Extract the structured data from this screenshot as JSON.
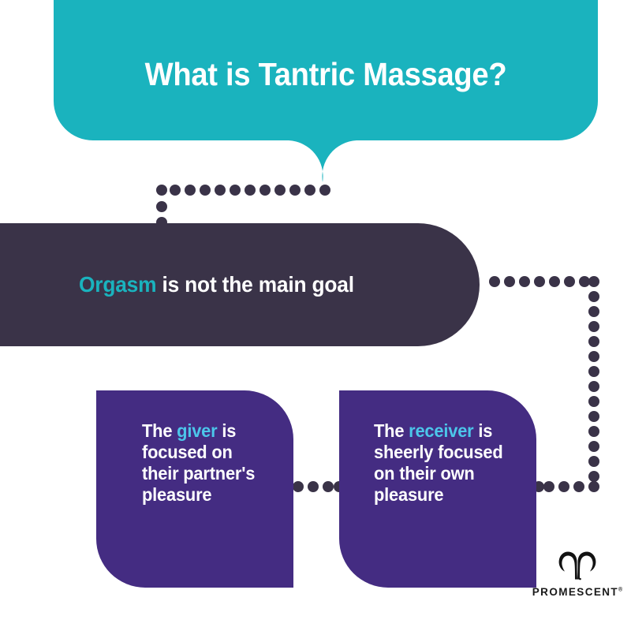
{
  "colors": {
    "teal": "#1ab3be",
    "dark": "#3a3348",
    "purple": "#442c82",
    "light_blue": "#4cc6ea",
    "white": "#ffffff",
    "background": "#ffffff"
  },
  "header": {
    "title": "What is Tantric Massage?"
  },
  "main_point": {
    "highlight": "Orgasm",
    "rest": " is not the main goal",
    "full_text": "Orgasm is not the main goal"
  },
  "cards": [
    {
      "id": "giver",
      "prefix": "The ",
      "highlight": "giver",
      "body": "is focused on their partner's pleasure",
      "full_text": "The giver is focused on their partner's pleasure"
    },
    {
      "id": "receiver",
      "prefix": "The ",
      "highlight": "receiver",
      "body": "is sheerly focused on their own pleasure",
      "full_text": "The receiver is sheerly focused on their own pleasure"
    }
  ],
  "logo": {
    "mark": "aries-horns-icon",
    "wordmark": "PROMESCENT",
    "registered": "®"
  }
}
